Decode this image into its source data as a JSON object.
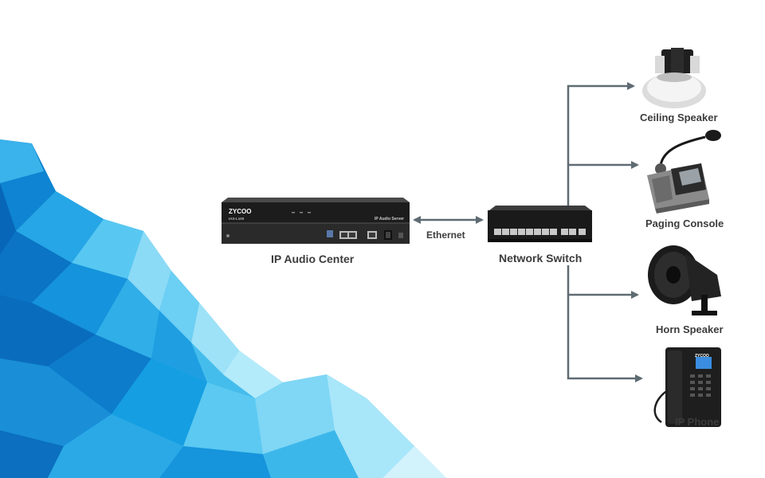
{
  "diagram": {
    "center": {
      "server": {
        "label": "IP Audio Center",
        "brand": "ZYCOO",
        "model": "IAS-L100",
        "product": "IP Audio Server"
      },
      "switch": {
        "label": "Network Switch"
      },
      "link": {
        "label": "Ethernet"
      }
    },
    "endpoints": [
      {
        "label": "Ceiling Speaker",
        "icon": "ceiling-speaker-icon"
      },
      {
        "label": "Paging Console",
        "icon": "paging-console-icon"
      },
      {
        "label": "Horn Speaker",
        "icon": "horn-speaker-icon"
      },
      {
        "label": "IP Phone",
        "icon": "ip-phone-icon",
        "brand": "ZYCOO"
      }
    ]
  },
  "colors": {
    "connector": "#5f6b73",
    "label": "#3c3c3c",
    "background_accent": "#1aa3e0"
  }
}
